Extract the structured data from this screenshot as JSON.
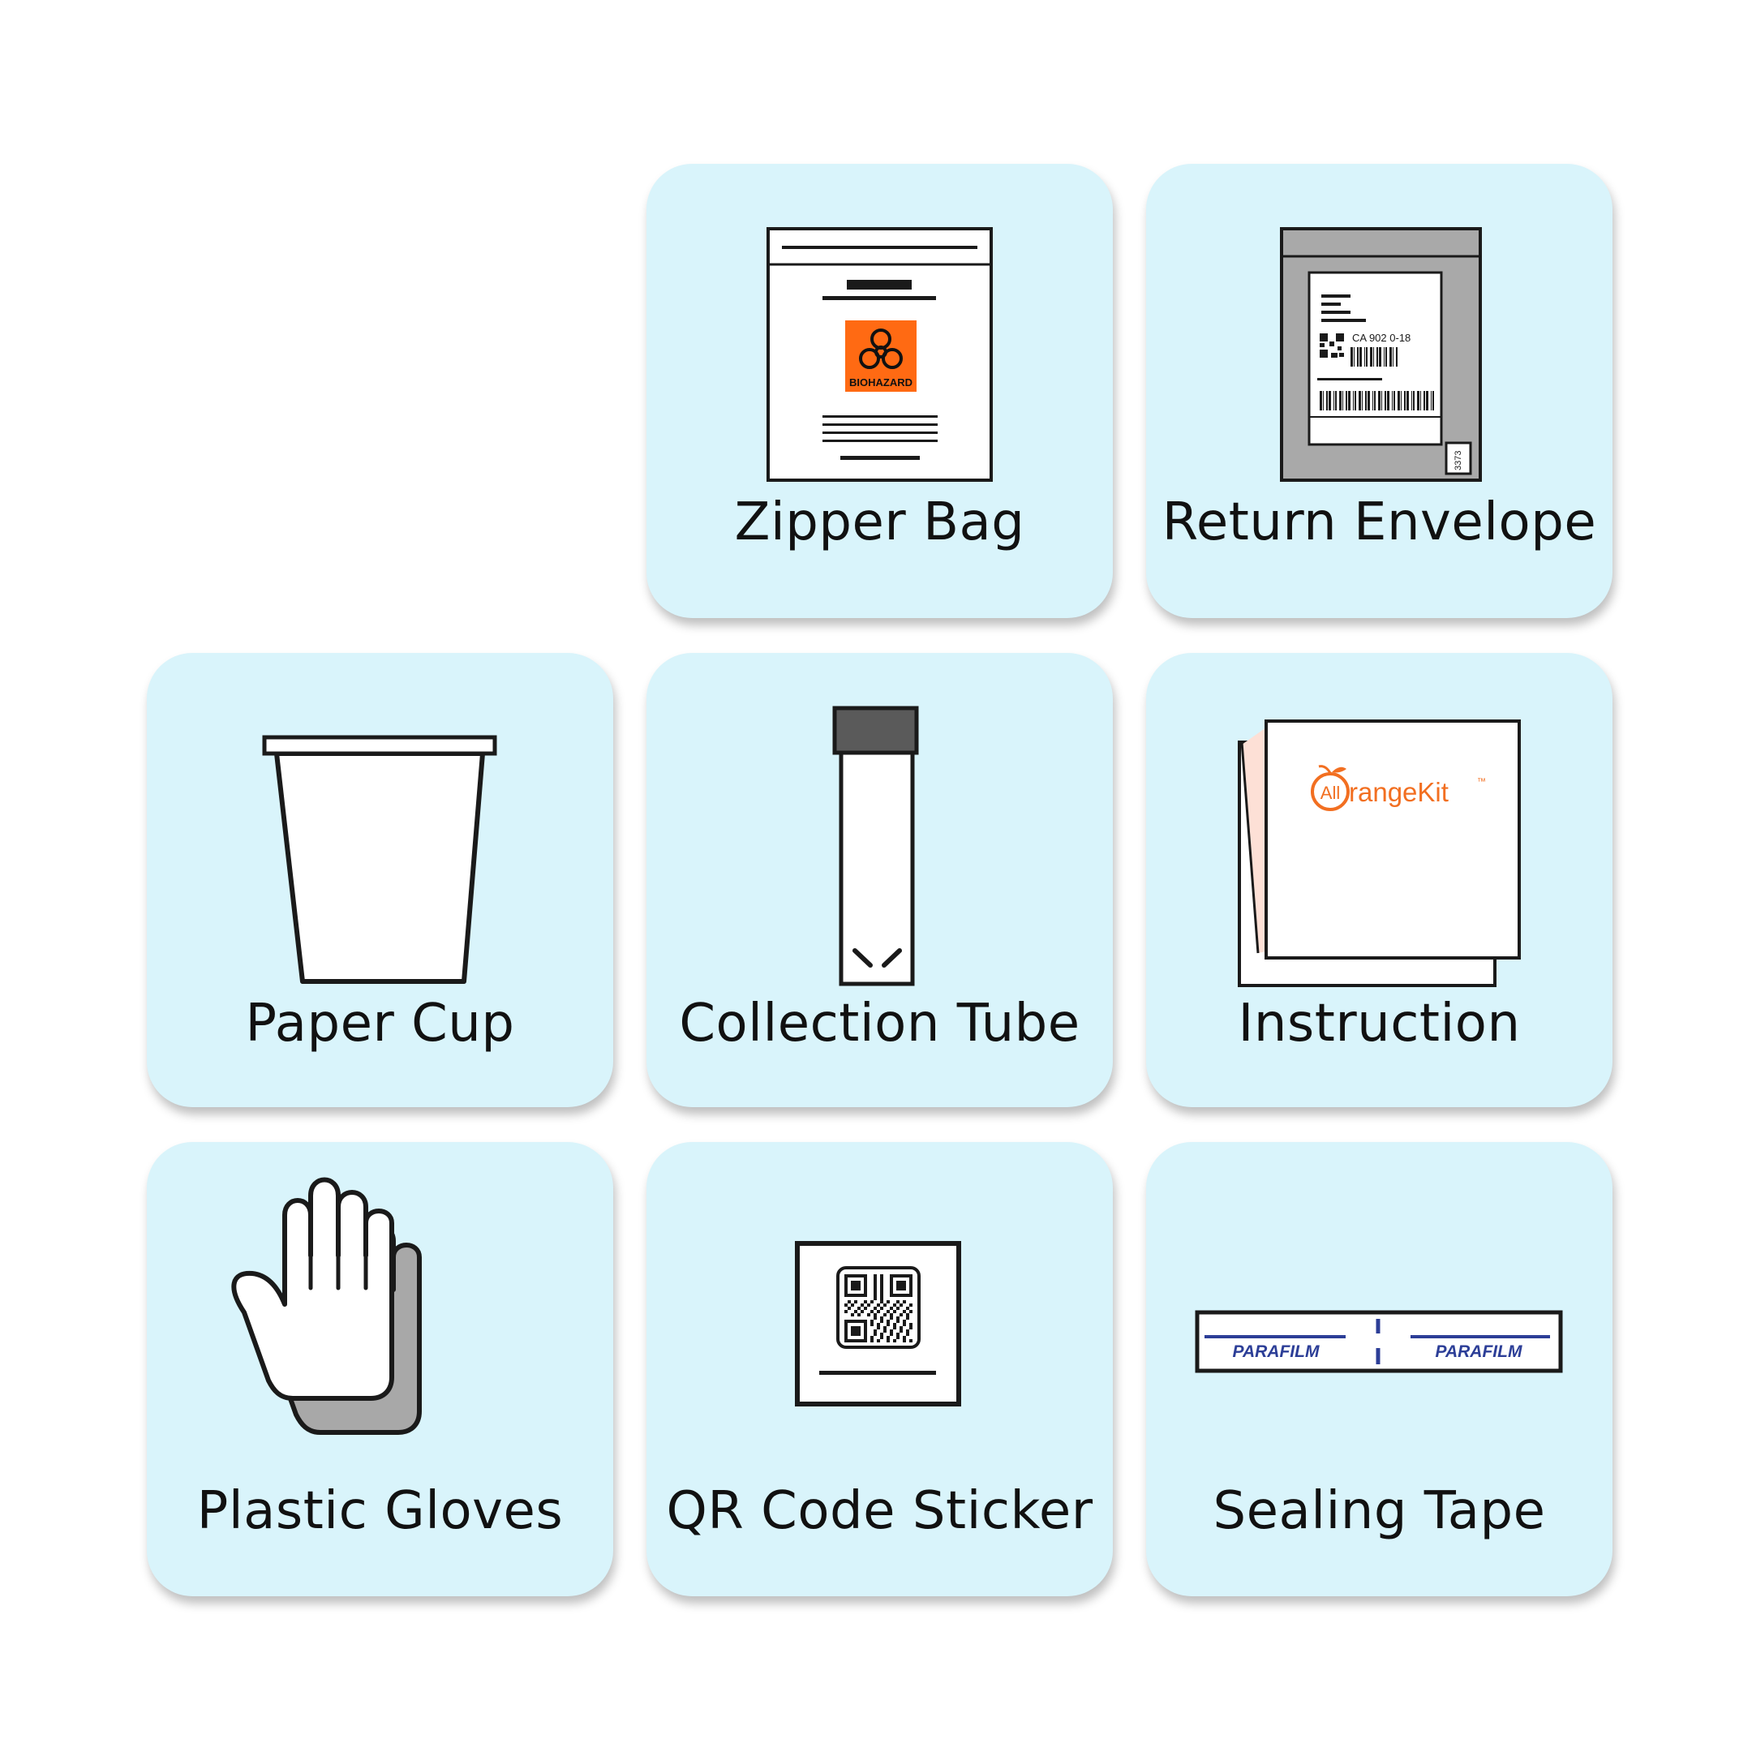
{
  "items": [
    {
      "label": "Zipper Bag",
      "icon": "zipper-bag-icon",
      "badge_text": "BIOHAZARD",
      "badge_color": "#ff6a13"
    },
    {
      "label": "Return Envelope",
      "icon": "return-envelope-icon",
      "tracking_text": "CA 902 0-18",
      "stamp_text": "3373"
    },
    {
      "label": "Paper Cup",
      "icon": "paper-cup-icon"
    },
    {
      "label": "Collection Tube",
      "icon": "collection-tube-icon"
    },
    {
      "label": "Instruction",
      "icon": "instruction-booklet-icon",
      "brand_prefix": "All",
      "brand_suffix": "rangeKit",
      "brand_tm": "™",
      "brand_color": "#f26f21"
    },
    {
      "label": "Plastic Gloves",
      "icon": "plastic-gloves-icon"
    },
    {
      "label": "QR Code Sticker",
      "icon": "qr-code-sticker-icon"
    },
    {
      "label": "Sealing Tape",
      "icon": "sealing-tape-icon",
      "tape_text": "PARAFILM",
      "tape_color": "#2c3e97"
    }
  ],
  "colors": {
    "card_background": "#d9f4fb",
    "page_background": "#ffffff",
    "outline": "#1a1a1a"
  }
}
